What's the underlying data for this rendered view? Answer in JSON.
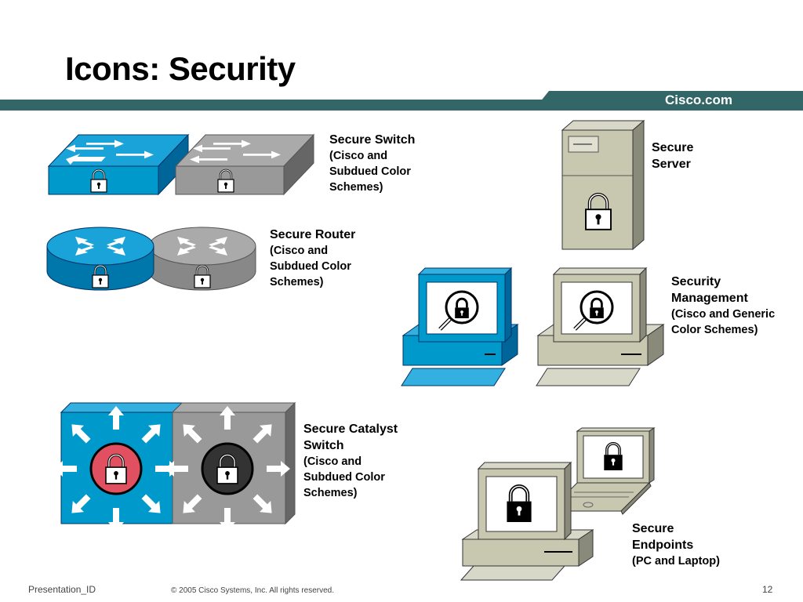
{
  "slide": {
    "title": "Icons: Security",
    "brand": "Cisco.com",
    "band_color": "#336666",
    "cisco_blue": "#0099cc",
    "subdued_gray": "#999999",
    "generic_beige": "#c8c8b0"
  },
  "labels": {
    "secure_switch": {
      "name": "Secure Switch",
      "lines": [
        "(Cisco and",
        "Subdued Color",
        "Schemes)"
      ]
    },
    "secure_router": {
      "name": "Secure Router",
      "lines": [
        "(Cisco and",
        "Subdued Color",
        "Schemes)"
      ]
    },
    "secure_server": {
      "name": [
        "Secure",
        "Server"
      ]
    },
    "security_management": {
      "name": [
        "Security",
        "Management"
      ],
      "lines": [
        "(Cisco and Generic",
        "Color Schemes)"
      ]
    },
    "secure_catalyst_switch": {
      "name": [
        "Secure Catalyst",
        "Switch"
      ],
      "lines": [
        "(Cisco and",
        "Subdued Color",
        "Schemes)"
      ]
    },
    "secure_endpoints": {
      "name": [
        "Secure",
        "Endpoints"
      ],
      "lines": [
        "(PC and Laptop)"
      ]
    }
  },
  "icons": [
    "secure-switch-cisco-icon",
    "secure-switch-subdued-icon",
    "secure-router-cisco-icon",
    "secure-router-subdued-icon",
    "secure-server-icon",
    "security-management-cisco-icon",
    "security-management-generic-icon",
    "secure-catalyst-switch-cisco-icon",
    "secure-catalyst-switch-subdued-icon",
    "secure-pc-icon",
    "secure-laptop-icon"
  ],
  "footer": {
    "presentation_id": "Presentation_ID",
    "copyright": "© 2005 Cisco Systems, Inc. All rights reserved.",
    "page_number": "12"
  }
}
